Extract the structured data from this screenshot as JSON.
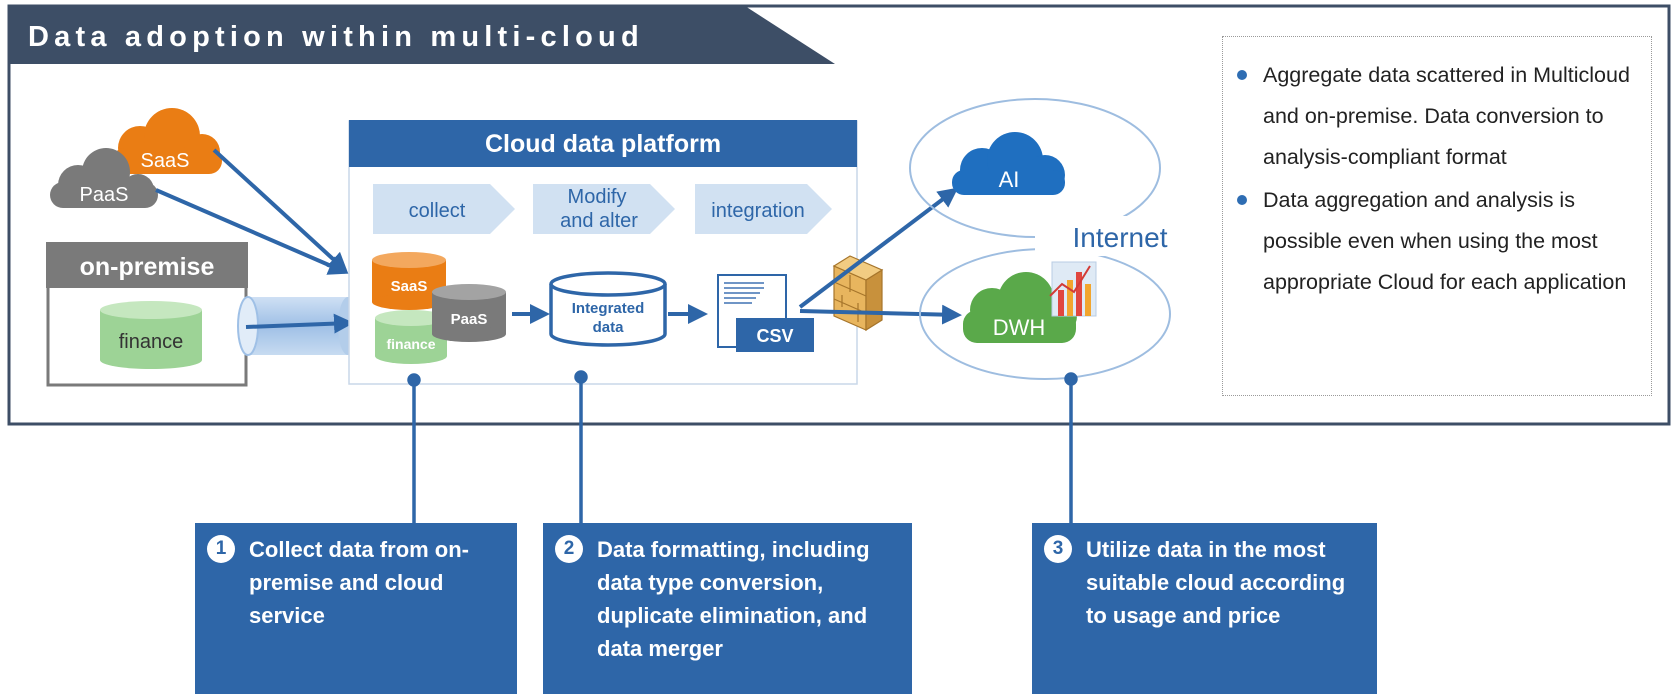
{
  "title": "Data adoption within multi-cloud",
  "sources": {
    "saas": "SaaS",
    "paas": "PaaS",
    "onprem_title": "on-premise",
    "finance": "finance"
  },
  "platform": {
    "title": "Cloud data platform",
    "steps": [
      "collect",
      "Modify\nand alter",
      "integration"
    ],
    "cyl_saas": "SaaS",
    "cyl_finance": "finance",
    "cyl_paas": "PaaS",
    "integrated": [
      "Integrated",
      "data"
    ],
    "csv": "CSV"
  },
  "targets": {
    "internet": "Internet",
    "ai": "AI",
    "dwh": "DWH"
  },
  "notes": [
    "Aggregate data scattered in Multicloud and on-premise. Data conversion to analysis-compliant format",
    "Data aggregation and analysis is possible even when using the most appropriate Cloud for each application"
  ],
  "callouts": [
    {
      "num": "1",
      "text": "Collect data from on-premise and cloud service"
    },
    {
      "num": "2",
      "text": "Data formatting, including data type conversion, duplicate elimination, and data merger"
    },
    {
      "num": "3",
      "text": "Utilize data in the most suitable cloud according to usage and price"
    }
  ],
  "colors": {
    "navy": "#3d4e66",
    "blue": "#2e66a8",
    "orange": "#ea7d14",
    "gray": "#7a7a7a",
    "green": "#6db567",
    "light_blue": "#d1e1f2"
  }
}
